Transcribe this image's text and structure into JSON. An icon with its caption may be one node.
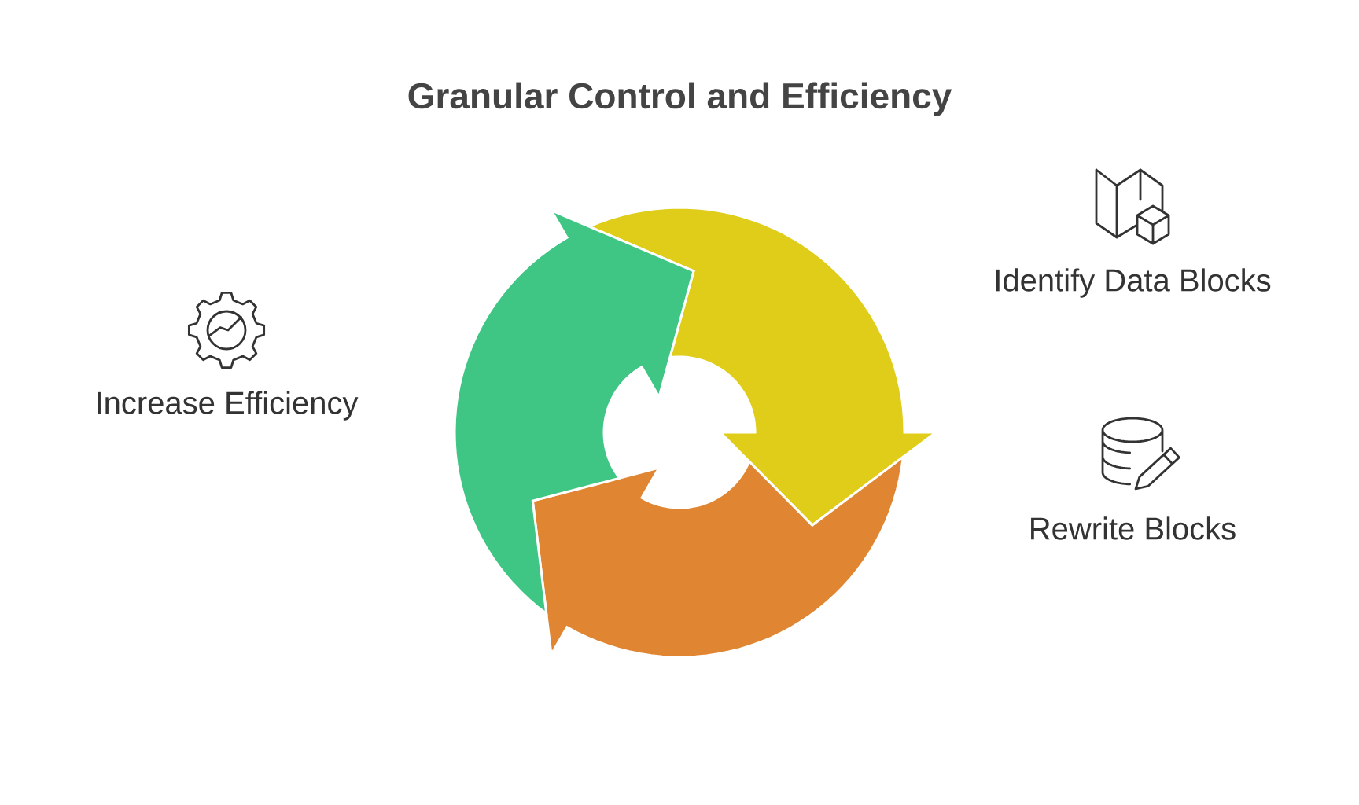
{
  "diagram": {
    "title": "Granular Control and Efficiency",
    "nodes": [
      {
        "text": [
          "Identify Data Blocks"
        ]
      },
      {
        "text": [
          "Rewrite Blocks"
        ]
      },
      {
        "text": [
          "Increase Efficiency"
        ]
      }
    ]
  }
}
